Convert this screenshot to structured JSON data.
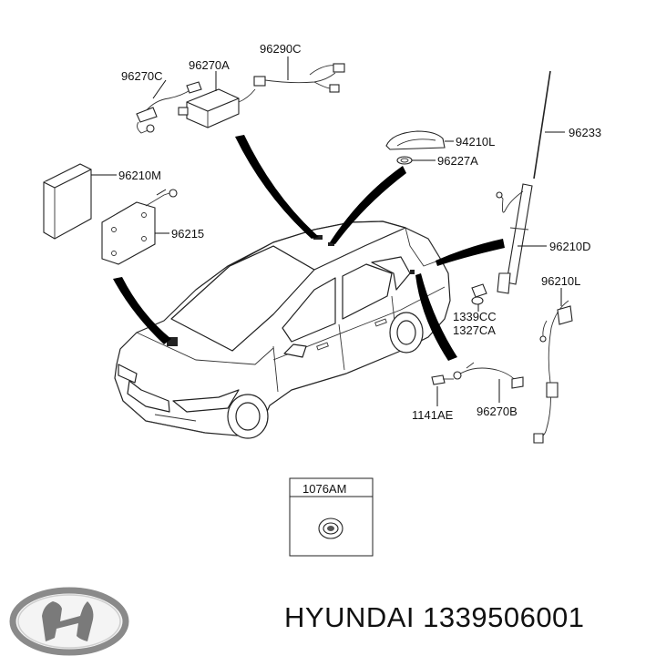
{
  "parts": {
    "p96270C": "96270C",
    "p96270A": "96270A",
    "p96290C": "96290C",
    "p96210M": "96210M",
    "p96215": "96215",
    "p94210L": "94210L",
    "p96227A": "96227A",
    "p96233": "96233",
    "p96210D": "96210D",
    "p96210L": "96210L",
    "p1339CC": "1339CC",
    "p1327CA": "1327CA",
    "p1141AE": "1141AE",
    "p96270B": "96270B",
    "p1076AM": "1076AM"
  },
  "brand": {
    "logo": "hyundai-logo",
    "caption": "HYUNDAI 1339506001"
  }
}
